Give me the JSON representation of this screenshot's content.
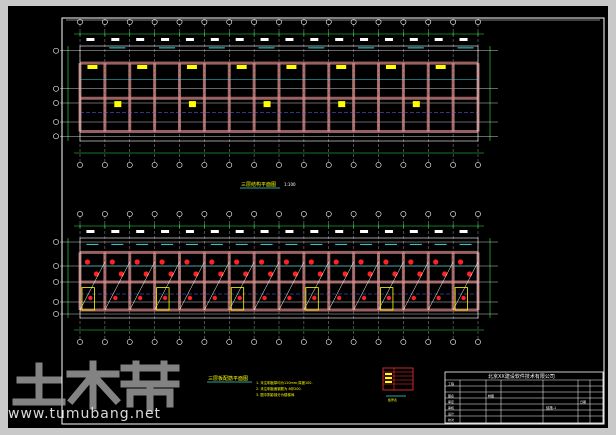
{
  "drawing": {
    "plan_top": {
      "caption": "三层结构平面图",
      "scale": "1:100"
    },
    "plan_bottom": {
      "caption": "三层板配筋平面图",
      "notes": [
        "1. 未注明板厚均为120mm,厚度100.",
        "2. 未注明板面钢筋为 8@200.",
        "3. 图中阴影部分为楼梯间."
      ]
    },
    "legend_label": "板厚表"
  },
  "title_block": {
    "company": "北京XX建设软件技术有限公司",
    "fields": [
      "工程",
      "图名",
      "审定",
      "审核",
      "设计",
      "校对",
      "制图"
    ],
    "drawing_no": "结施-1",
    "date": "日期"
  },
  "watermark": {
    "logo_text": "土木帮",
    "url": "www.tumubang.net"
  },
  "colors": {
    "background": "#000000",
    "frame": "#c9c9c9",
    "wall": "#d88a8a",
    "axis": "#ffffff",
    "dim": "#2eea4a",
    "label": "#ffff00",
    "column": "#ff2222",
    "slab": "#6a6aff",
    "cyan": "#33dddd"
  }
}
